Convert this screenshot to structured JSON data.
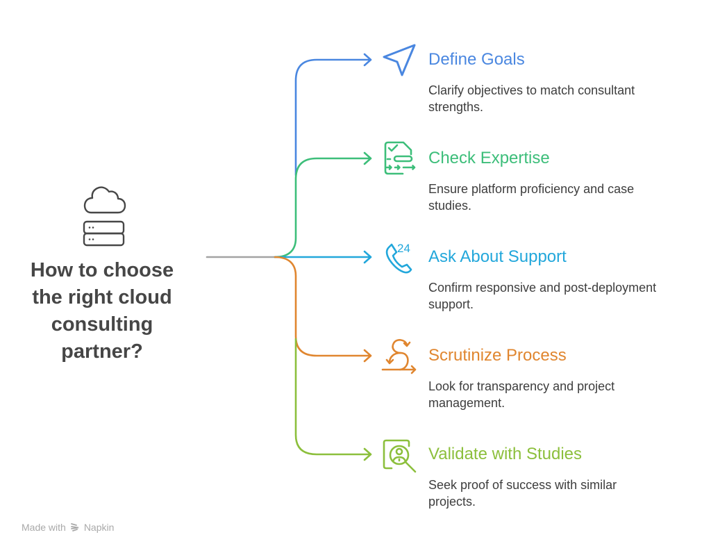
{
  "diagram": {
    "title_lines": [
      "How to choose",
      "the right cloud",
      "consulting",
      "partner?"
    ],
    "central_icon": "cloud-server-icon",
    "connector_color": "#a3a3a3",
    "items": [
      {
        "title": "Define Goals",
        "description_lines": [
          "Clarify objectives to match consultant",
          "strengths."
        ],
        "color": "#4a87e0",
        "icon": "send-arrow-icon"
      },
      {
        "title": "Check Expertise",
        "description_lines": [
          "Ensure platform proficiency and case",
          "studies."
        ],
        "color": "#3dbe7a",
        "icon": "checklist-document-icon"
      },
      {
        "title": "Ask About Support",
        "description_lines": [
          "Confirm responsive and post-deployment",
          "support."
        ],
        "color": "#22a7db",
        "icon": "phone-24-icon",
        "icon_text": "24"
      },
      {
        "title": "Scrutinize Process",
        "description_lines": [
          "Look for transparency and project",
          "management."
        ],
        "color": "#e0862f",
        "icon": "process-loop-icon"
      },
      {
        "title": "Validate with Studies",
        "description_lines": [
          "Seek proof of success with similar",
          "projects."
        ],
        "color": "#8cbf3c",
        "icon": "case-study-search-icon"
      }
    ]
  },
  "footer": {
    "made_with": "Made with",
    "brand": "Napkin",
    "brand_icon": "napkin-logo-icon"
  }
}
